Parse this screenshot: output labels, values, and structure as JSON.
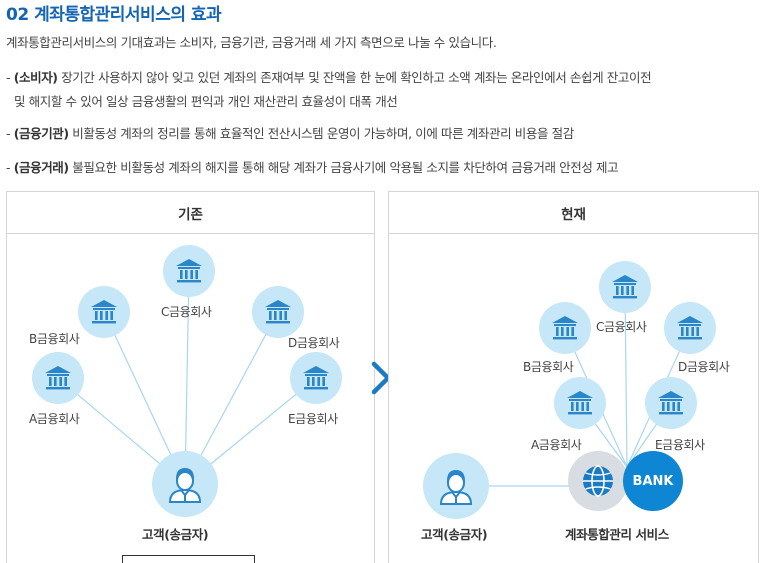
{
  "title": "02 계좌통합관리서비스의 효과",
  "intro": "계좌통합관리서비스의 기대효과는 소비자, 금융기관, 금융거래 세 가지 측면으로 나눌 수 있습니다.",
  "bullets": [
    {
      "tag": "(소비자)",
      "text": "장기간 사용하지 않아 잊고 있던 계좌의 존재여부 및 잔액을 한 눈에 확인하고 소액 계좌는 온라인에서 손쉽게 잔고이전",
      "cont": "및 해지할 수 있어 일상 금융생활의 편익과 개인 재산관리 효율성이 대폭 개선"
    },
    {
      "tag": "(금융기관)",
      "text": "비활동성 계좌의 정리를 통해 효율적인 전산시스템 운영이 가능하며, 이에 따른 계좌관리 비용을 절감"
    },
    {
      "tag": "(금융거래)",
      "text": "불필요한 비활동성 계좌의 해지를 통해 해당 계좌가 금융사기에 악용될 소지를 차단하여 금융거래 안전성 제고"
    }
  ],
  "bullet_prefix": "- ",
  "before": {
    "heading": "기존",
    "banks": [
      "A금융회사",
      "B금융회사",
      "C금융회사",
      "D금융회사",
      "E금융회사"
    ],
    "customer": "고객(송금자)"
  },
  "after": {
    "heading": "현재",
    "banks": [
      "A금융회사",
      "B금융회사",
      "C금융회사",
      "D금융회사",
      "E금융회사"
    ],
    "customer": "고객(송금자)",
    "service": "계좌통합관리 서비스",
    "bank_badge": "BANK"
  },
  "icons": {
    "bank": "bank-building-icon",
    "person": "person-icon",
    "globe": "globe-icon",
    "arrow": "chevron-right-icon"
  },
  "colors": {
    "title": "#1464b4",
    "node": "#c6e7f7",
    "icon": "#2a86c8",
    "line": "#a8d6ee",
    "bank_badge": "#0e86d4",
    "arrow": "#1a7bc4"
  }
}
